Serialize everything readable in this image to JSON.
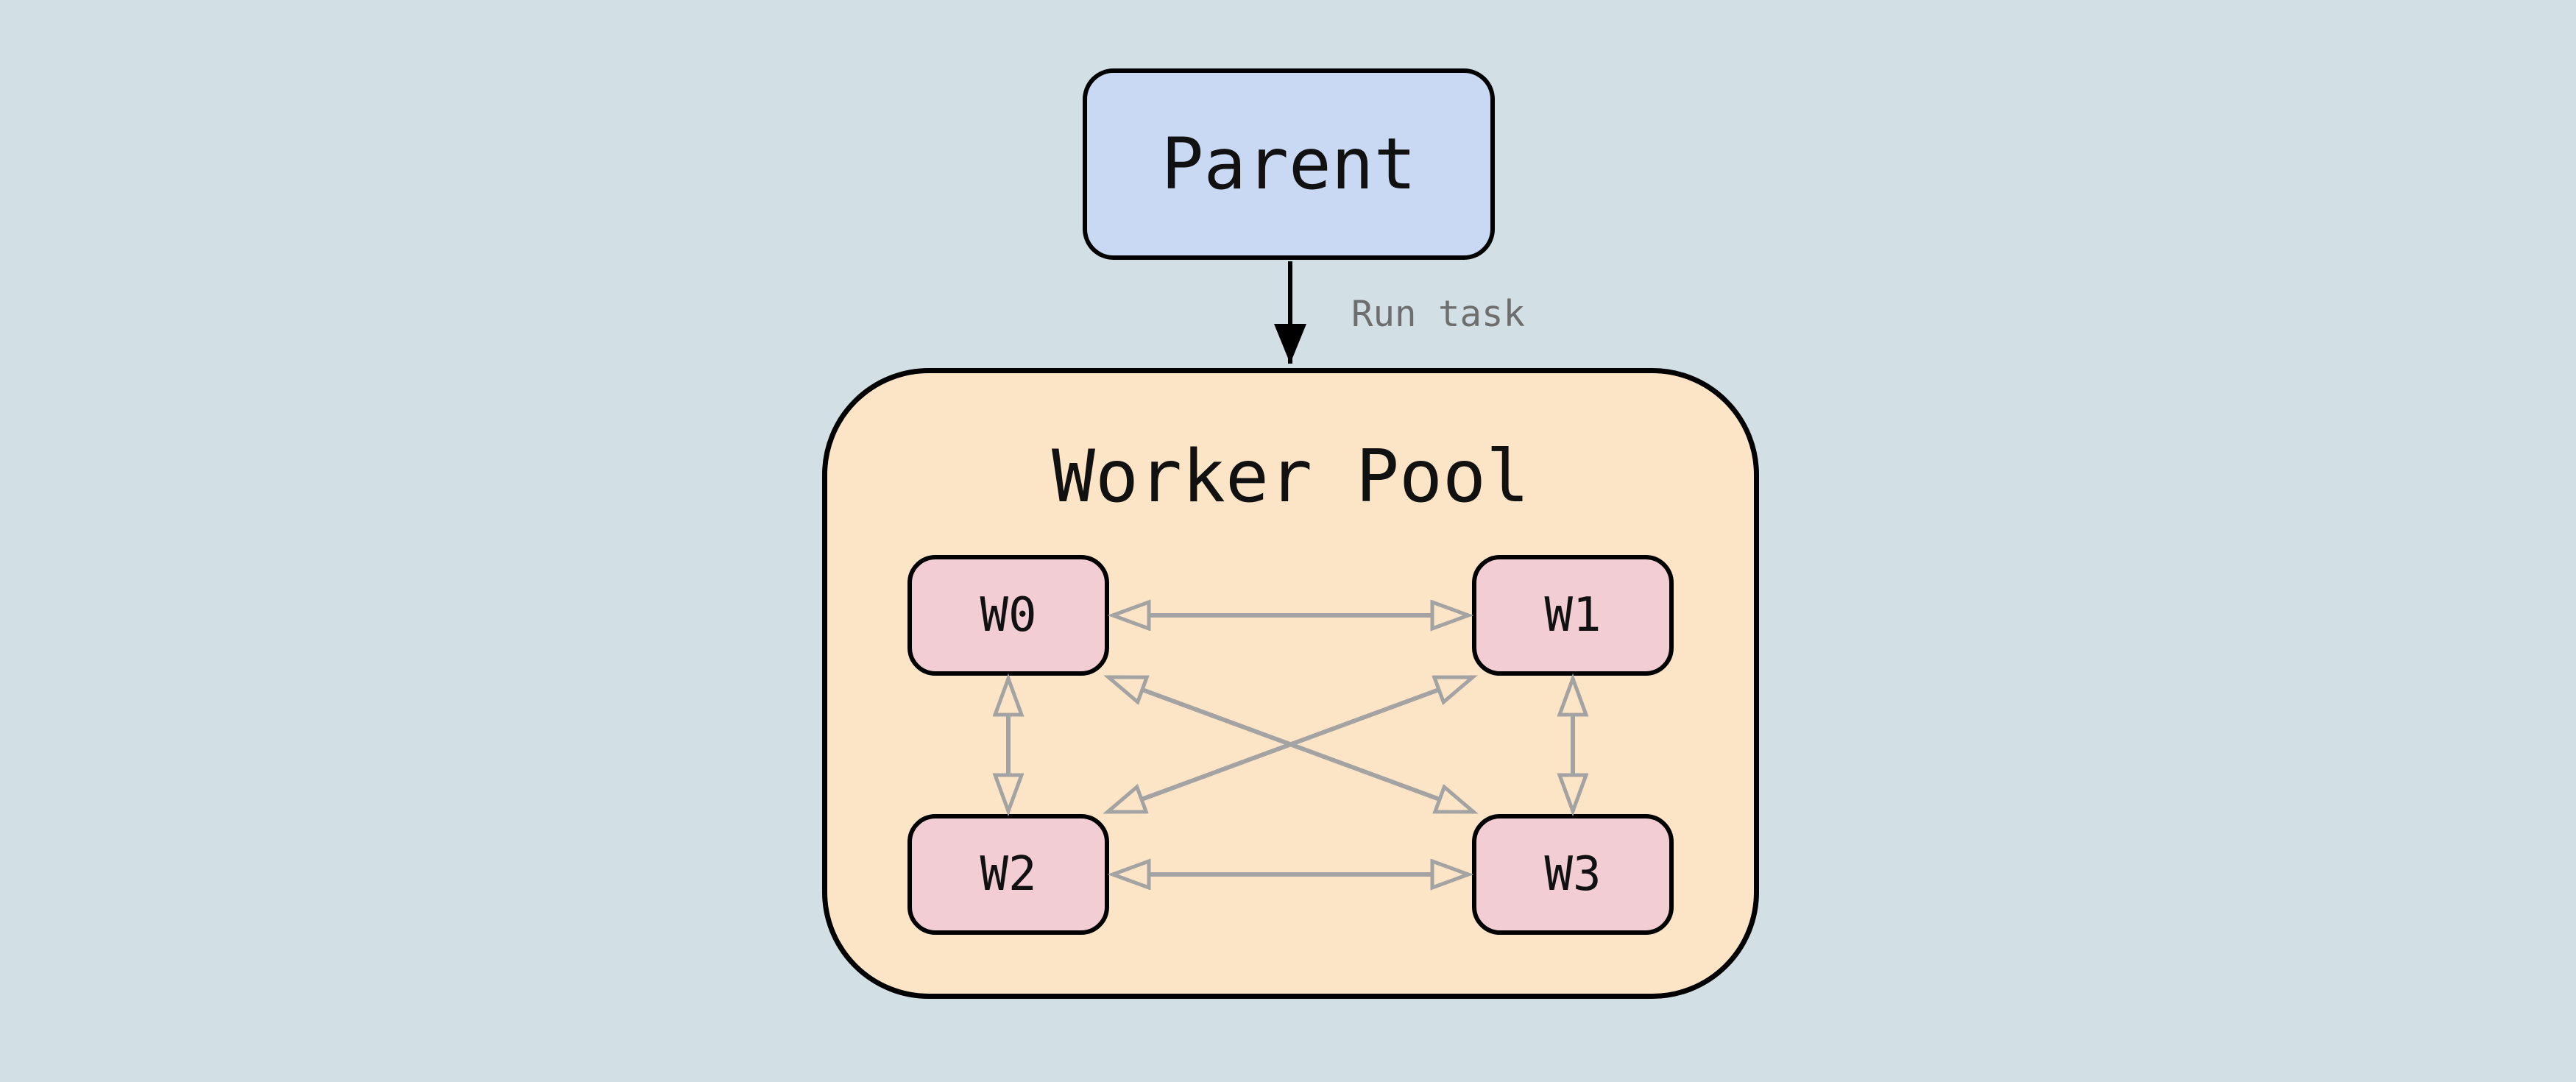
{
  "diagram": {
    "type": "flowchart",
    "background_color": "#d2e0e5",
    "parent_node": {
      "label": "Parent",
      "fill": "#c9d9f4",
      "border_color": "#000000"
    },
    "task_edge": {
      "label": "Run task",
      "label_color": "#6e6e6e",
      "arrow_color": "#000000",
      "from": "Parent",
      "to": "Worker Pool",
      "style": "solid-filled-arrowhead"
    },
    "worker_pool": {
      "title": "Worker Pool",
      "fill": "#fce4c7",
      "border_color": "#000000",
      "worker_fill": "#f2cdd4",
      "workers": [
        {
          "id": "W0",
          "label": "W0"
        },
        {
          "id": "W1",
          "label": "W1"
        },
        {
          "id": "W2",
          "label": "W2"
        },
        {
          "id": "W3",
          "label": "W3"
        }
      ],
      "mesh_edges": [
        [
          "W0",
          "W1"
        ],
        [
          "W2",
          "W3"
        ],
        [
          "W0",
          "W2"
        ],
        [
          "W1",
          "W3"
        ],
        [
          "W0",
          "W3"
        ],
        [
          "W1",
          "W2"
        ]
      ],
      "mesh_edge_style": "bidirectional-hollow-arrowheads",
      "mesh_edge_color": "#a3a3a3"
    }
  }
}
